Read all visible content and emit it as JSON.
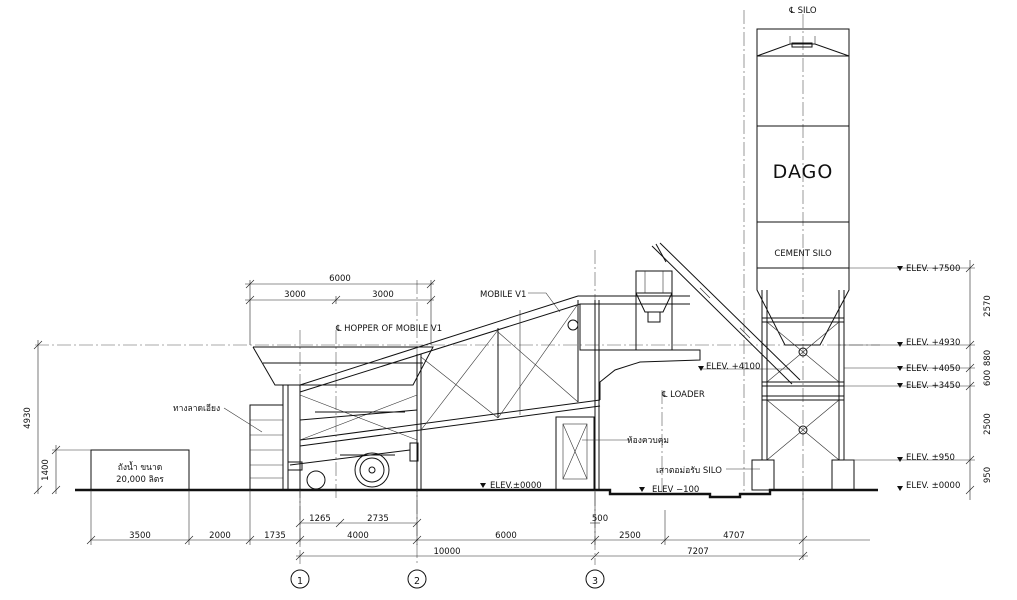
{
  "labels": {
    "cl_silo": "℄ SILO",
    "brand": "DAGO",
    "cement_silo": "CEMENT SILO",
    "mobile": "MOBILE V1",
    "cl_hopper": "℄ HOPPER OF MOBILE V1",
    "cl_loader": "℄ LOADER",
    "ramp": "ทางลาดเอียง",
    "control_room": "ห้องควบคุม",
    "silo_column": "เสาตอม่อรับ SILO",
    "water_tank_line1": "ถังน้ำ ขนาด",
    "water_tank_line2": "20,000 ลิตร"
  },
  "elevations": {
    "e7500": "ELEV. +7500",
    "e4930": "ELEV. +4930",
    "e4100": "ELEV. +4100",
    "e4050": "ELEV. +4050",
    "e3450": "ELEV. +3450",
    "e950": "ELEV. ±950",
    "e0000": "ELEV. ±0000",
    "e0000b": "ELEV.±0000",
    "em100": "ELEV −100"
  },
  "dims": {
    "d6000top": "6000",
    "d3000a": "3000",
    "d3000b": "3000",
    "d4930": "4930",
    "d1400": "1400",
    "r2570": "2570",
    "r880": "880",
    "r600": "600",
    "r2500": "2500",
    "r950": "950",
    "b3500": "3500",
    "b2000": "2000",
    "b1735": "1735",
    "b1265": "1265",
    "b2735": "2735",
    "b500": "500",
    "b4000": "4000",
    "b6000": "6000",
    "b2500": "2500",
    "b4707": "4707",
    "b10000": "10000",
    "b7207": "7207"
  },
  "grid": {
    "g1": "1",
    "g2": "2",
    "g3": "3"
  }
}
